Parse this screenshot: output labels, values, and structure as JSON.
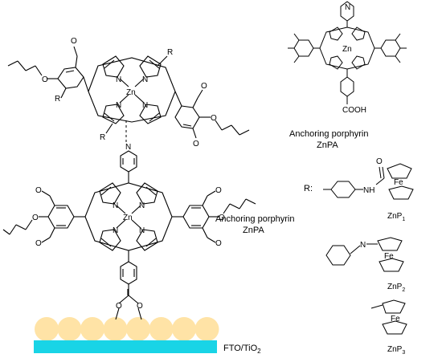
{
  "colors": {
    "nanoparticle": "#FFE3A6",
    "fto_bar": "#19D4E6",
    "bond": "#000000"
  },
  "top_dimer": {
    "metal": "Zn",
    "metal_lower": "Zn",
    "substituent_r_1": "R",
    "substituent_r_2": "R",
    "substituent_r_3": "R",
    "n_label": "N",
    "aryl_oxy": "O",
    "aryl_chain_o": "O"
  },
  "labels": {
    "anchoring_1_line1": "Anchoring porphyrin",
    "anchoring_1_line2": "ZnPA",
    "anchoring_2_line1": "Anchoring porphyrin",
    "anchoring_2_line2": "ZnPA",
    "r_label": "R:",
    "cooh": "COOH",
    "nh": "NH",
    "n_imine": "N",
    "fe": "Fe",
    "o_carbonyl": "O",
    "substrate": "FTO/TiO",
    "substrate_sub": "2"
  },
  "compounds": [
    {
      "name": "ZnP",
      "sub": "1"
    },
    {
      "name": "ZnP",
      "sub": "2"
    },
    {
      "name": "ZnP",
      "sub": "3"
    }
  ]
}
